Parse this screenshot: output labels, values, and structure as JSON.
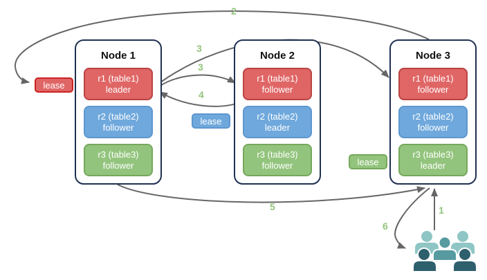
{
  "nodes": [
    {
      "title": "Node 1",
      "replicas": [
        {
          "name": "r1 (table1)",
          "role": "leader"
        },
        {
          "name": "r2 (table2)",
          "role": "follower"
        },
        {
          "name": "r3 (table3)",
          "role": "follower"
        }
      ]
    },
    {
      "title": "Node 2",
      "replicas": [
        {
          "name": "r1 (table1)",
          "role": "follower"
        },
        {
          "name": "r2 (table2)",
          "role": "leader"
        },
        {
          "name": "r3 (table3)",
          "role": "follower"
        }
      ]
    },
    {
      "title": "Node 3",
      "replicas": [
        {
          "name": "r1 (table1)",
          "role": "follower"
        },
        {
          "name": "r2 (table2)",
          "role": "follower"
        },
        {
          "name": "r3 (table3)",
          "role": "leader"
        }
      ]
    }
  ],
  "leases": {
    "red": "lease",
    "blue": "lease",
    "green": "lease"
  },
  "arrow_labels": {
    "a1": "1",
    "a2": "2",
    "a3_long": "3",
    "a3_short": "3",
    "a4": "4",
    "a5": "5",
    "a6": "6"
  },
  "icons": {
    "users": "users-group-icon"
  },
  "colors": {
    "red_fill": "#e06666",
    "red_border": "#b94442",
    "blue_fill": "#6fa8dc",
    "blue_border": "#5e97cf",
    "green_fill": "#93c47d",
    "green_border": "#76a85c",
    "node_border": "#1f3050",
    "arrow": "#666666",
    "step_label": "#93c47d",
    "users_light": "#8fc6c5",
    "users_medium": "#579ba1",
    "users_dark": "#2e5f6d"
  }
}
